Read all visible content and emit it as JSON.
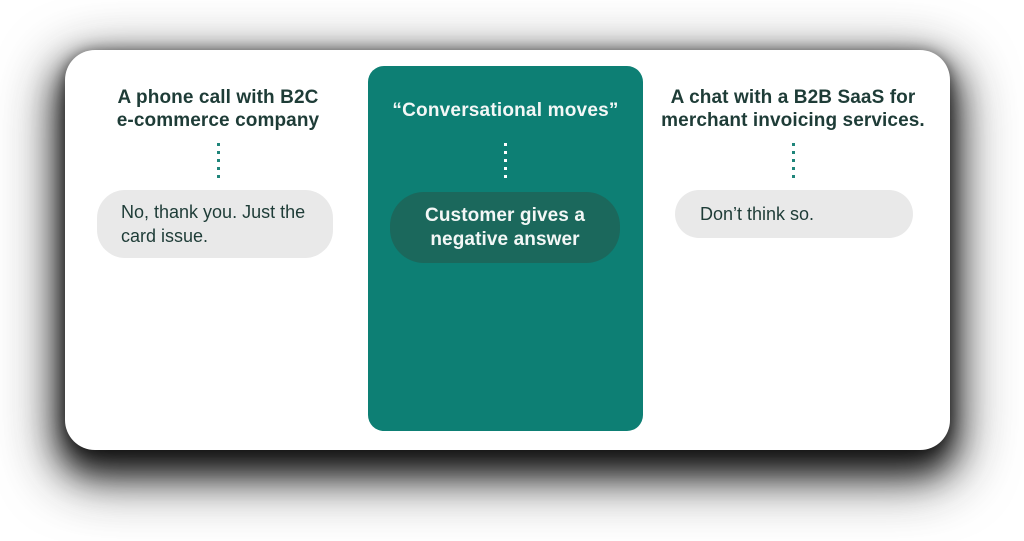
{
  "colors": {
    "page_bg": "#ffffff",
    "card_bg": "#ffffff",
    "panel_teal": "#0d7f74",
    "pill_teal": "#1b685c",
    "bubble_gray": "#e9e9e9",
    "dark_text": "#1e3c37",
    "light_text": "#f3f7f6",
    "dot_teal": "#1f857a"
  },
  "left_column": {
    "heading_lines": [
      "A phone call with B2C",
      "e-commerce company"
    ],
    "bubble_text": "No, thank you. Just the card issue."
  },
  "middle_panel": {
    "heading": "“Conversational moves”",
    "pill_lines": [
      "Customer gives a",
      "negative answer"
    ]
  },
  "right_column": {
    "heading_lines": [
      "A chat with a B2B SaaS for",
      "merchant invoicing services."
    ],
    "bubble_text": "Don’t think so."
  }
}
